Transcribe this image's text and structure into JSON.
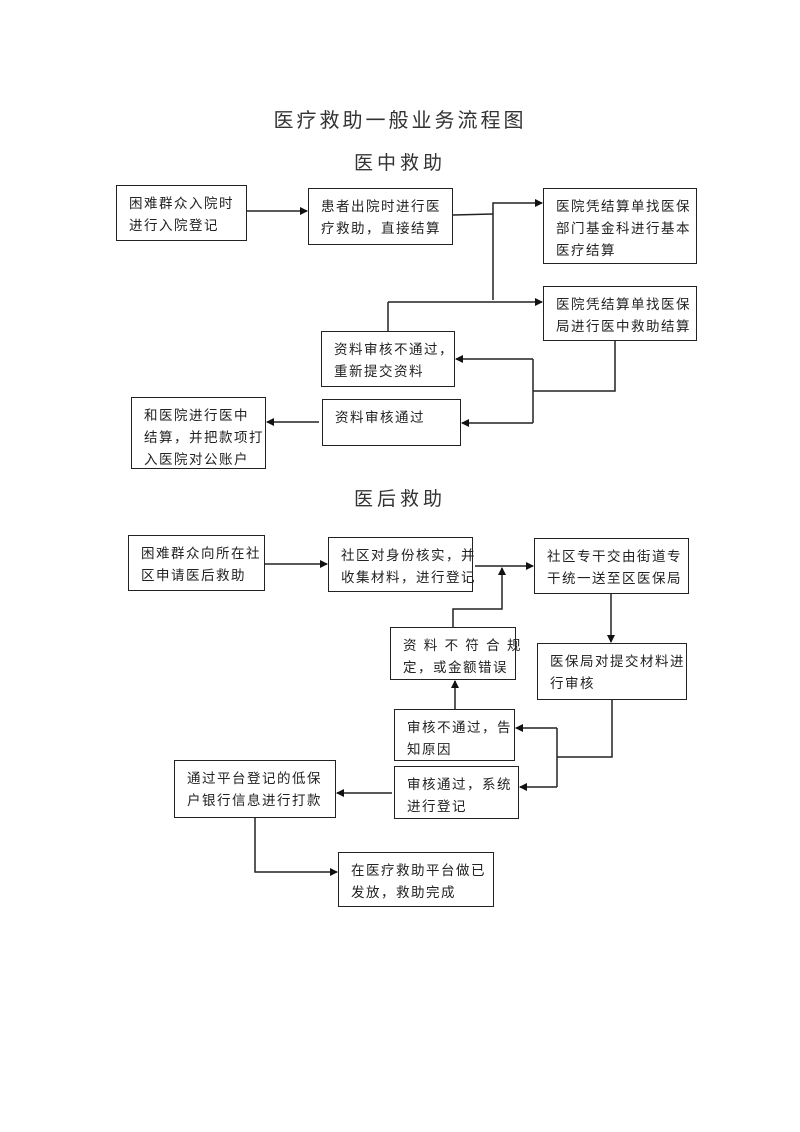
{
  "document": {
    "title": "医疗救助一般业务流程图"
  },
  "section_in_hospital": {
    "heading": "医中救助",
    "nodes": {
      "admission": [
        "困难群众入院时",
        "进行入院登记"
      ],
      "discharge_settlement": [
        "患者出院时进行医",
        "疗救助，直接结算"
      ],
      "basic_medical_settlement": [
        "医院凭结算单找医保",
        "部门基金科进行基本",
        "医疗结算"
      ],
      "assistance_settlement": [
        "医院凭结算单找医保",
        "局进行医中救助结算"
      ],
      "review_failed": [
        "资料审核不通过，",
        "重新提交资料"
      ],
      "review_passed": [
        "资料审核通过"
      ],
      "payment_to_hospital": [
        "和医院进行医中",
        "结算，并把款项打",
        "入医院对公账户"
      ]
    }
  },
  "section_post_hospital": {
    "heading": "医后救助",
    "nodes": {
      "apply": [
        "困难群众向所在社",
        "区申请医后救助"
      ],
      "community_verify": [
        "社区对身份核实，并",
        "收集材料，进行登记"
      ],
      "submit_to_bureau": [
        "社区专干交由街道专",
        "干统一送至区医保局"
      ],
      "bureau_review": [
        "医保局对提交材料进",
        "行审核"
      ],
      "non_compliant": [
        "资 料 不 符 合 规",
        "定，或金额错误"
      ],
      "review_failed": [
        "审核不通过，告",
        "知原因"
      ],
      "review_passed": [
        "审核通过，系统",
        "进行登记"
      ],
      "bank_payment": [
        "通过平台登记的低保",
        "户银行信息进行打款"
      ],
      "completed": [
        "在医疗救助平台做已",
        "发放，救助完成"
      ]
    }
  }
}
